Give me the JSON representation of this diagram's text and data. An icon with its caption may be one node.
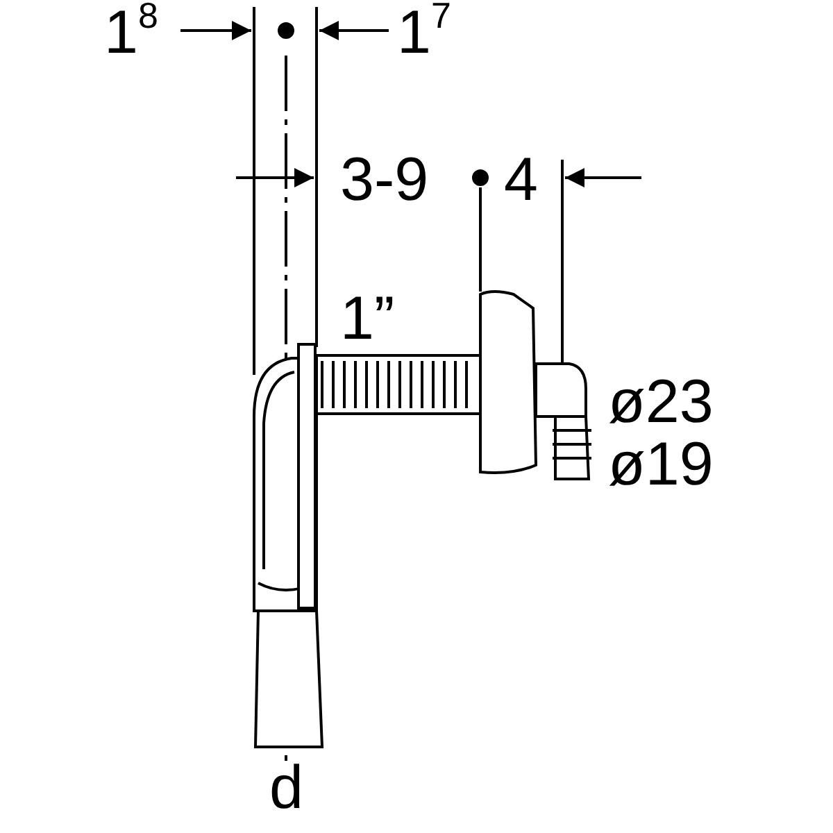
{
  "diagram": {
    "labels": [
      "1$^{8}$",
      "1$^{7}$",
      "3-9",
      "4",
      "1”",
      "ø23",
      "ø19",
      "d"
    ]
  }
}
